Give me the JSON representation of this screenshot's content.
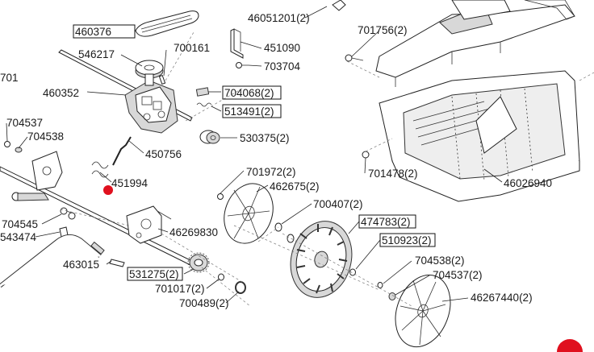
{
  "labels": {
    "p460376": "460376",
    "p46051201": "46051201(2)",
    "p546217": "546217",
    "p700161": "700161",
    "p451090": "451090",
    "p703704": "703704",
    "p701756": "701756(2)",
    "p701": "701",
    "p460352": "460352",
    "p704068": "704068(2)",
    "p513491": "513491(2)",
    "p704537a": "704537",
    "p704538a": "704538",
    "p530375": "530375(2)",
    "p450756": "450756",
    "p701478": "701478(2)",
    "p451994": "451994",
    "p701972": "701972(2)",
    "p462675": "462675(2)",
    "p46026940": "46026940",
    "p700407": "700407(2)",
    "p704545": "704545",
    "p543474": "543474",
    "p46269830": "46269830",
    "p474783": "474783(2)",
    "p510923": "510923(2)",
    "p463015": "463015",
    "p531275": "531275(2)",
    "p704538b": "704538(2)",
    "p704537b": "704537(2)",
    "p701017": "701017(2)",
    "p700489": "700489(2)",
    "p46267440": "46267440(2)"
  },
  "colors": {
    "line": "#222222",
    "part_fill": "#d8d8d8",
    "marker": "#e0101e"
  }
}
